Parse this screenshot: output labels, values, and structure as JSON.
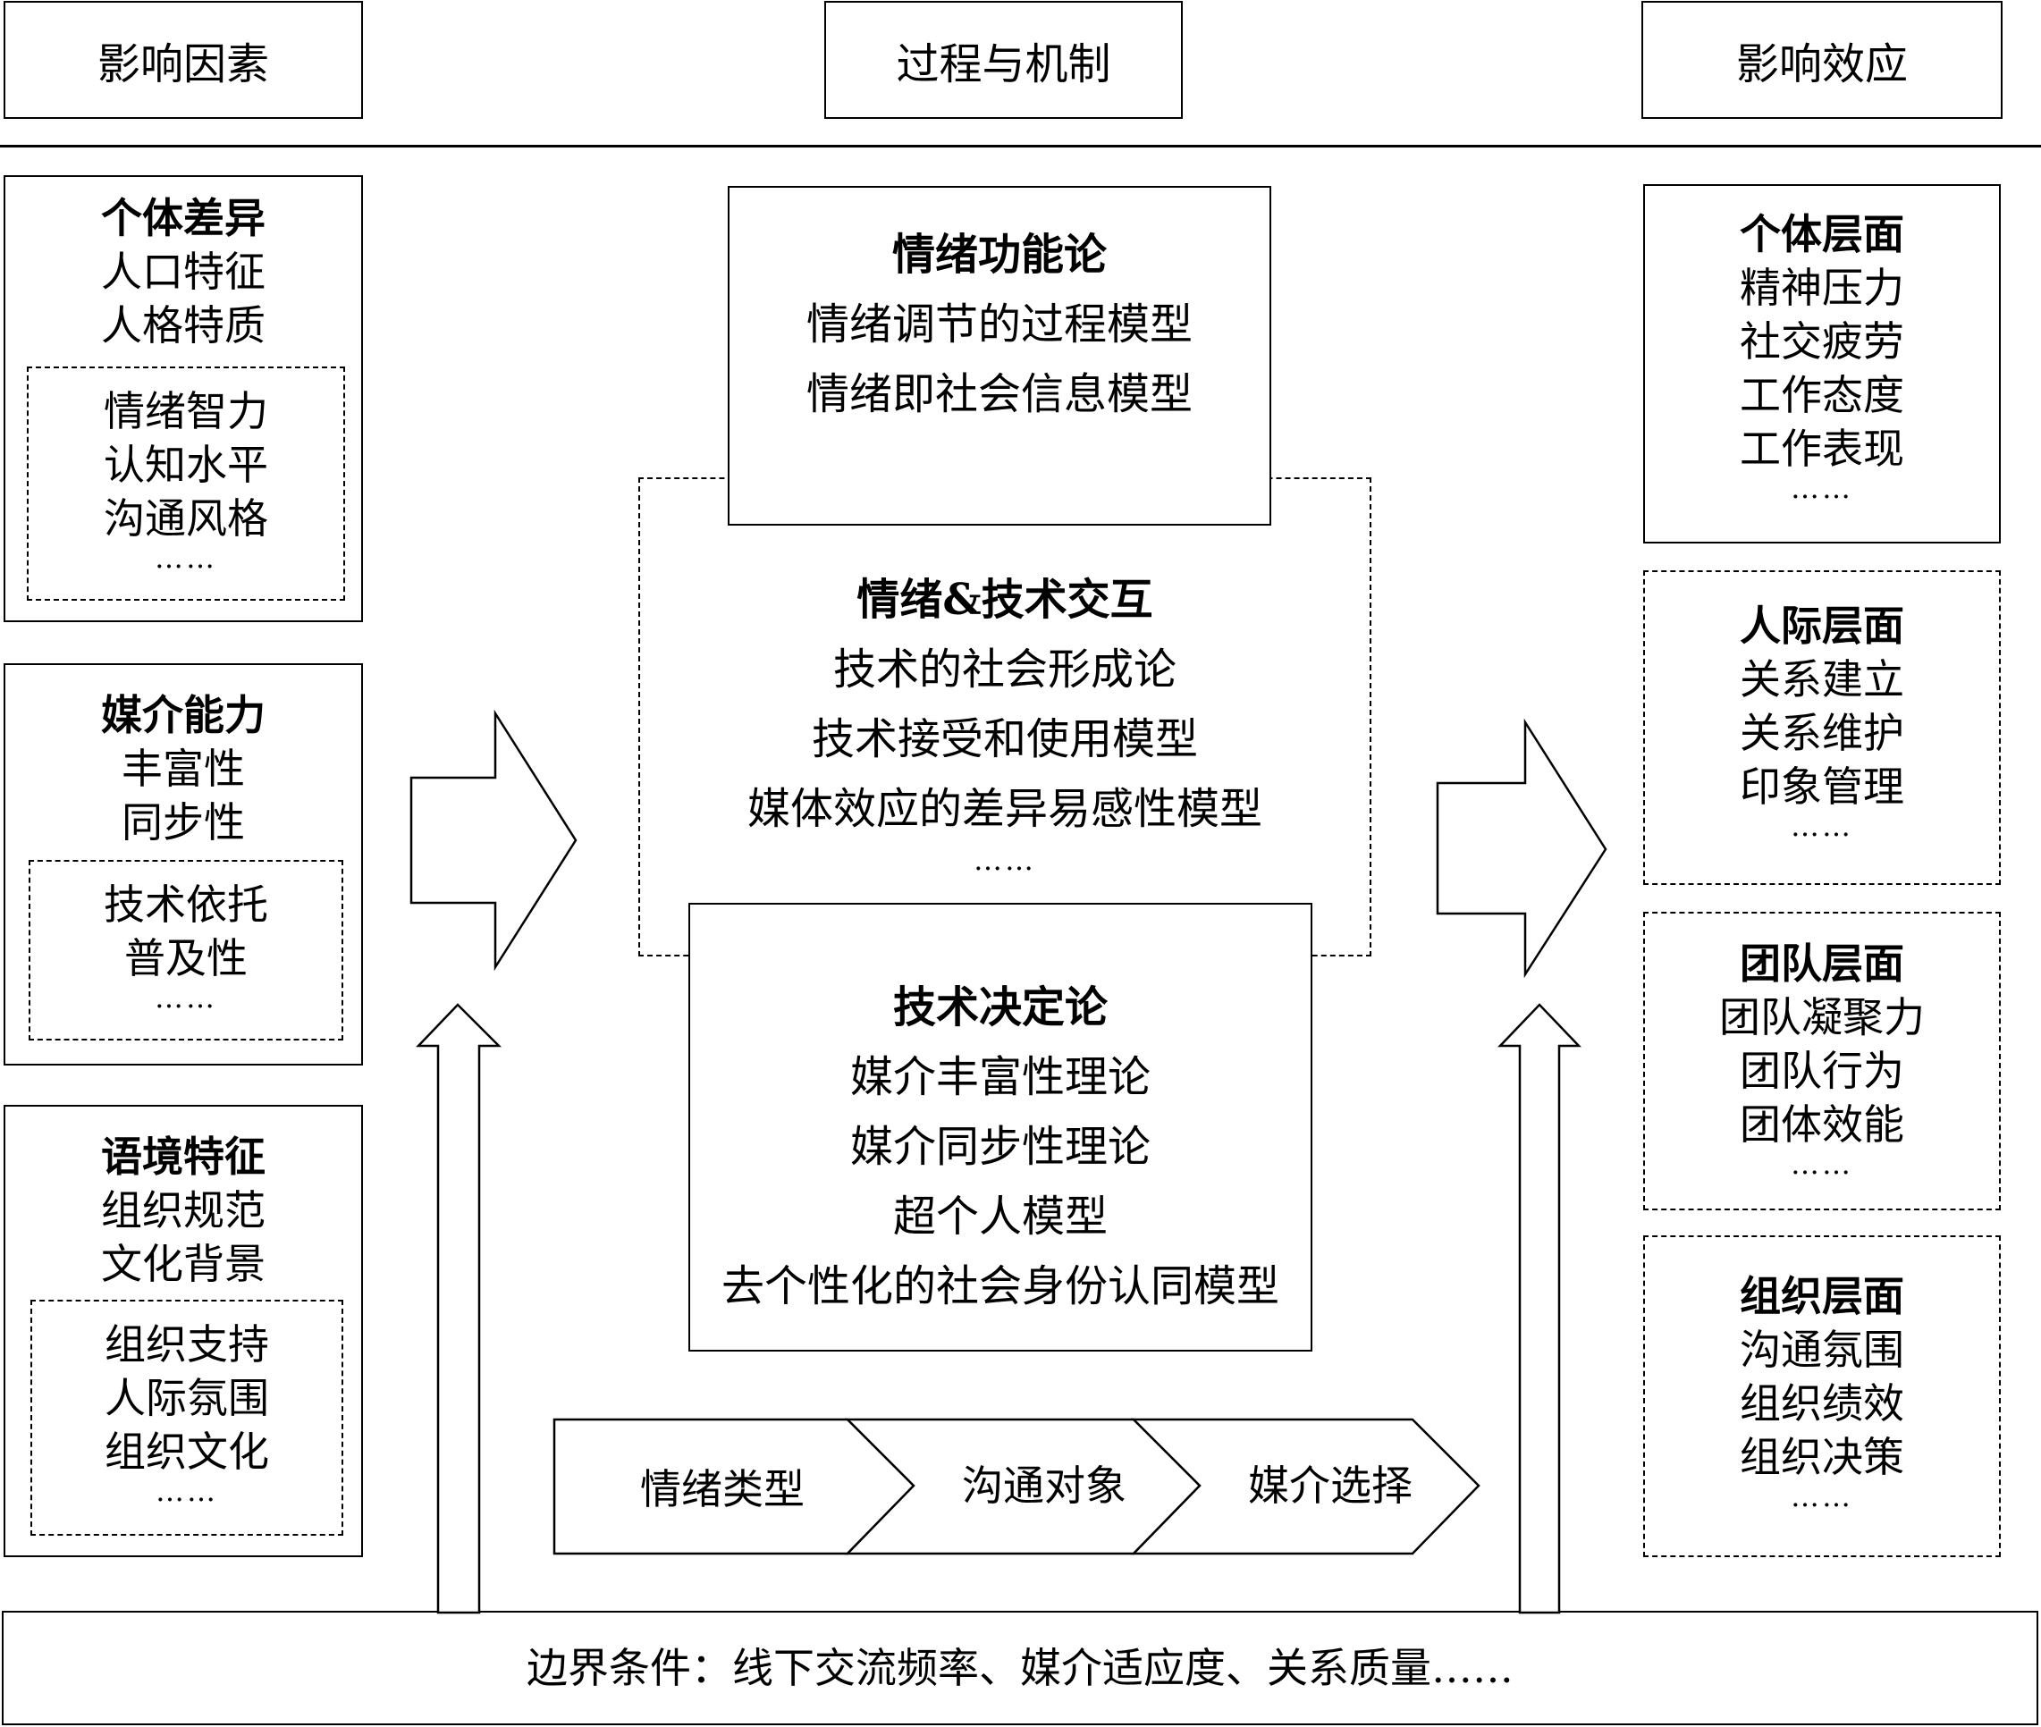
{
  "header": {
    "factors": "影响因素",
    "process": "过程与机制",
    "effects": "影响效应"
  },
  "left": {
    "individual": {
      "title": "个体差异",
      "items": [
        "人口特征",
        "人格特质"
      ],
      "dashed_items": [
        "情绪智力",
        "认知水平",
        "沟通风格"
      ],
      "more": "……"
    },
    "media": {
      "title": "媒介能力",
      "items": [
        "丰富性",
        "同步性"
      ],
      "dashed_items": [
        "技术依托",
        "普及性"
      ],
      "more": "……"
    },
    "context": {
      "title": "语境特征",
      "items": [
        "组织规范",
        "文化背景"
      ],
      "dashed_items": [
        "组织支持",
        "人际氛围",
        "组织文化"
      ],
      "more": "……"
    }
  },
  "middle": {
    "emotion_function": {
      "title": "情绪功能论",
      "items": [
        "情绪调节的过程模型",
        "情绪即社会信息模型"
      ]
    },
    "interaction": {
      "title": "情绪&技术交互",
      "items": [
        "技术的社会形成论",
        "技术接受和使用模型",
        "媒体效应的差异易感性模型"
      ],
      "more": "……"
    },
    "determinism": {
      "title": "技术决定论",
      "items": [
        "媒介丰富性理论",
        "媒介同步性理论",
        "超个人模型",
        "去个性化的社会身份认同模型"
      ]
    },
    "chain": [
      "情绪类型",
      "沟通对象",
      "媒介选择"
    ]
  },
  "right": {
    "individual": {
      "title": "个体层面",
      "items": [
        "精神压力",
        "社交疲劳",
        "工作态度",
        "工作表现"
      ],
      "more": "……"
    },
    "interpersonal": {
      "title": "人际层面",
      "items": [
        "关系建立",
        "关系维护",
        "印象管理"
      ],
      "more": "……"
    },
    "team": {
      "title": "团队层面",
      "items": [
        "团队凝聚力",
        "团队行为",
        "团体效能"
      ],
      "more": "……"
    },
    "organization": {
      "title": "组织层面",
      "items": [
        "沟通氛围",
        "组织绩效",
        "组织决策"
      ],
      "more": "……"
    }
  },
  "boundary": "边界条件：线下交流频率、媒介适应度、关系质量……"
}
